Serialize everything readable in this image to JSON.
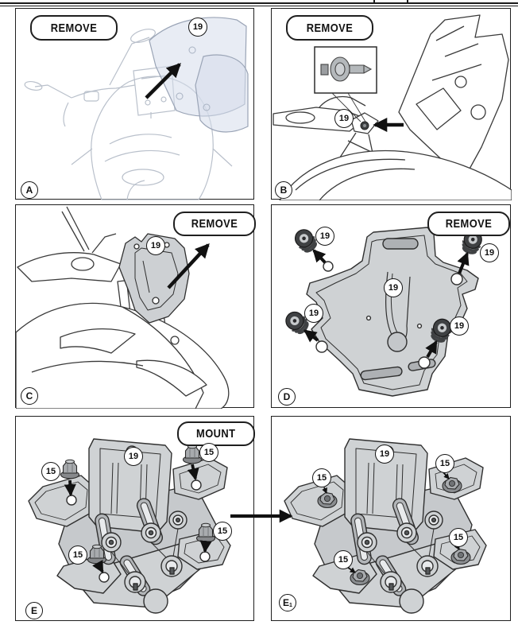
{
  "colors": {
    "paper": "#ffffff",
    "panel_border": "#1f1f1f",
    "line_art": "#3a3a3a",
    "faint_line_art": "#b9c0cb",
    "bracket_fill": "#cfd2d4",
    "slot_fill": "#b2b5b8",
    "grommet_dark": "#3f4143",
    "nut_fill": "#a8abae",
    "windscreen_fill": "#d5ddeb",
    "arrow_black": "#111111"
  },
  "panels": {
    "a": {
      "label": "REMOVE",
      "letter": "A",
      "callout_windscreen": "19"
    },
    "b": {
      "label": "REMOVE",
      "letter": "B",
      "callout_rivet": "19"
    },
    "c": {
      "label": "REMOVE",
      "letter": "C",
      "callout_bracket": "19"
    },
    "d": {
      "label": "REMOVE",
      "letter": "D",
      "callout_plate": "19",
      "callout_grommet_tl": "19",
      "callout_grommet_tr": "19",
      "callout_grommet_bl": "19",
      "callout_grommet_br": "19"
    },
    "e": {
      "label": "MOUNT",
      "letter": "E",
      "callout_plate": "19",
      "callout_nut_tl": "15",
      "callout_nut_tr": "15",
      "callout_nut_mr": "15",
      "callout_nut_bl": "15"
    },
    "e1": {
      "letter": "E",
      "letter_sub": "1",
      "callout_plate": "19",
      "callout_nut_tl": "15",
      "callout_nut_tr": "15",
      "callout_nut_mr": "15",
      "callout_nut_bl": "15"
    }
  }
}
